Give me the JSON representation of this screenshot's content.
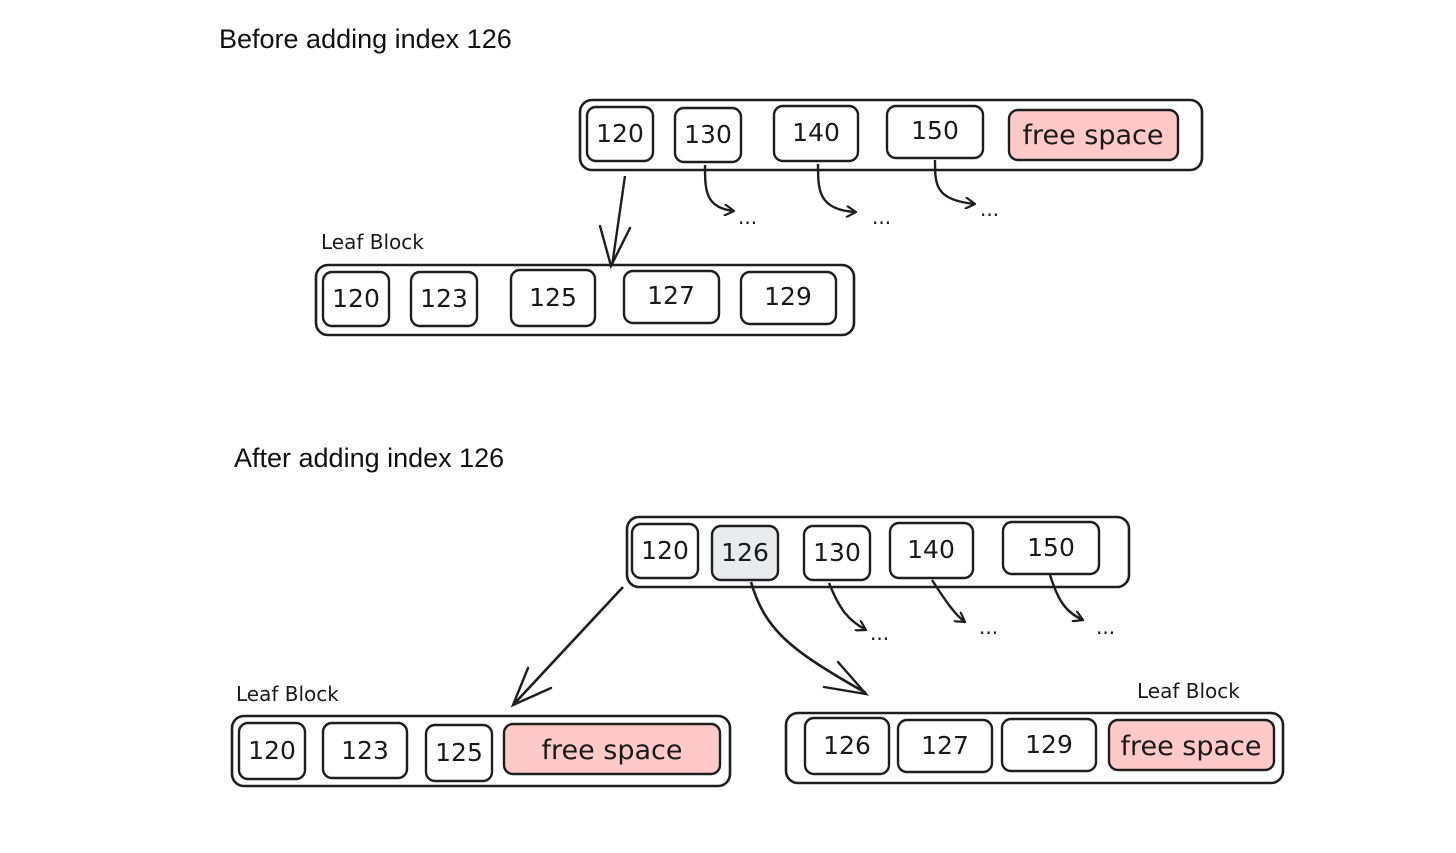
{
  "before": {
    "heading": "Before adding index 126",
    "branch_block": {
      "keys": [
        "120",
        "130",
        "140",
        "150",
        "free space"
      ],
      "child_placeholder": "..."
    },
    "leaf_block": {
      "label": "Leaf Block",
      "keys": [
        "120",
        "123",
        "125",
        "127",
        "129"
      ]
    }
  },
  "after": {
    "heading": "After adding index 126",
    "branch_block": {
      "keys": [
        "120",
        "126",
        "130",
        "140",
        "150"
      ],
      "new_key": "126",
      "child_placeholder": "..."
    },
    "left_leaf_block": {
      "label": "Leaf Block",
      "keys": [
        "120",
        "123",
        "125",
        "free space"
      ]
    },
    "right_leaf_block": {
      "label": "Leaf Block",
      "keys": [
        "126",
        "127",
        "129",
        "free space"
      ]
    }
  },
  "colors": {
    "free_space_fill": "#ffc9c9",
    "new_key_fill": "#e9ecef",
    "stroke": "#1e1e1e"
  }
}
